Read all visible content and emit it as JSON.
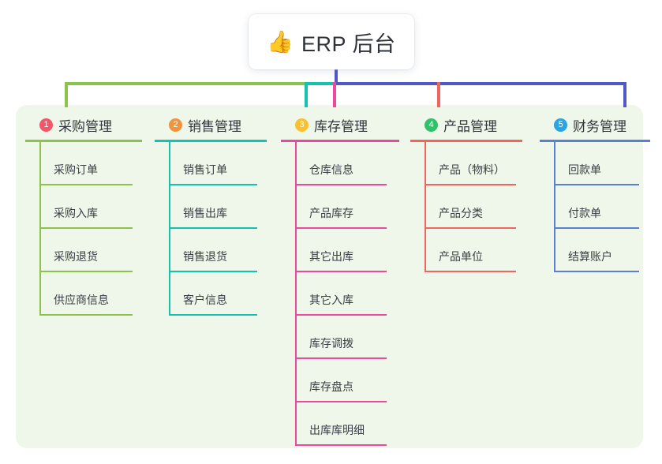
{
  "root": {
    "emoji": "👍",
    "emoji_name": "thumbs-up-icon",
    "title": "ERP 后台"
  },
  "palette": {
    "panel_bg": "#eff7ea",
    "trunk": "#5159c6",
    "text": "#32363b"
  },
  "columns": [
    {
      "number": "1",
      "title": "采购管理",
      "accent": "#8cc34b",
      "badge_color": "#f2566a",
      "items": [
        "采购订单",
        "采购入库",
        "采购退货",
        "供应商信息"
      ]
    },
    {
      "number": "2",
      "title": "销售管理",
      "accent": "#14c2b0",
      "badge_color": "#f2943c",
      "items": [
        "销售订单",
        "销售出库",
        "销售退货",
        "客户信息"
      ]
    },
    {
      "number": "3",
      "title": "库存管理",
      "accent": "#ec489c",
      "badge_color": "#fbc02d",
      "items": [
        "仓库信息",
        "产品库存",
        "其它出库",
        "其它入库",
        "库存调拨",
        "库存盘点",
        "出库库明细"
      ]
    },
    {
      "number": "4",
      "title": "产品管理",
      "accent": "#f2645e",
      "badge_color": "#2fc269",
      "items": [
        "产品（物料）",
        "产品分类",
        "产品单位"
      ]
    },
    {
      "number": "5",
      "title": "财务管理",
      "accent": "#5a80d6",
      "badge_color": "#29a5e3",
      "items": [
        "回款单",
        "付款单",
        "结算账户"
      ]
    }
  ]
}
